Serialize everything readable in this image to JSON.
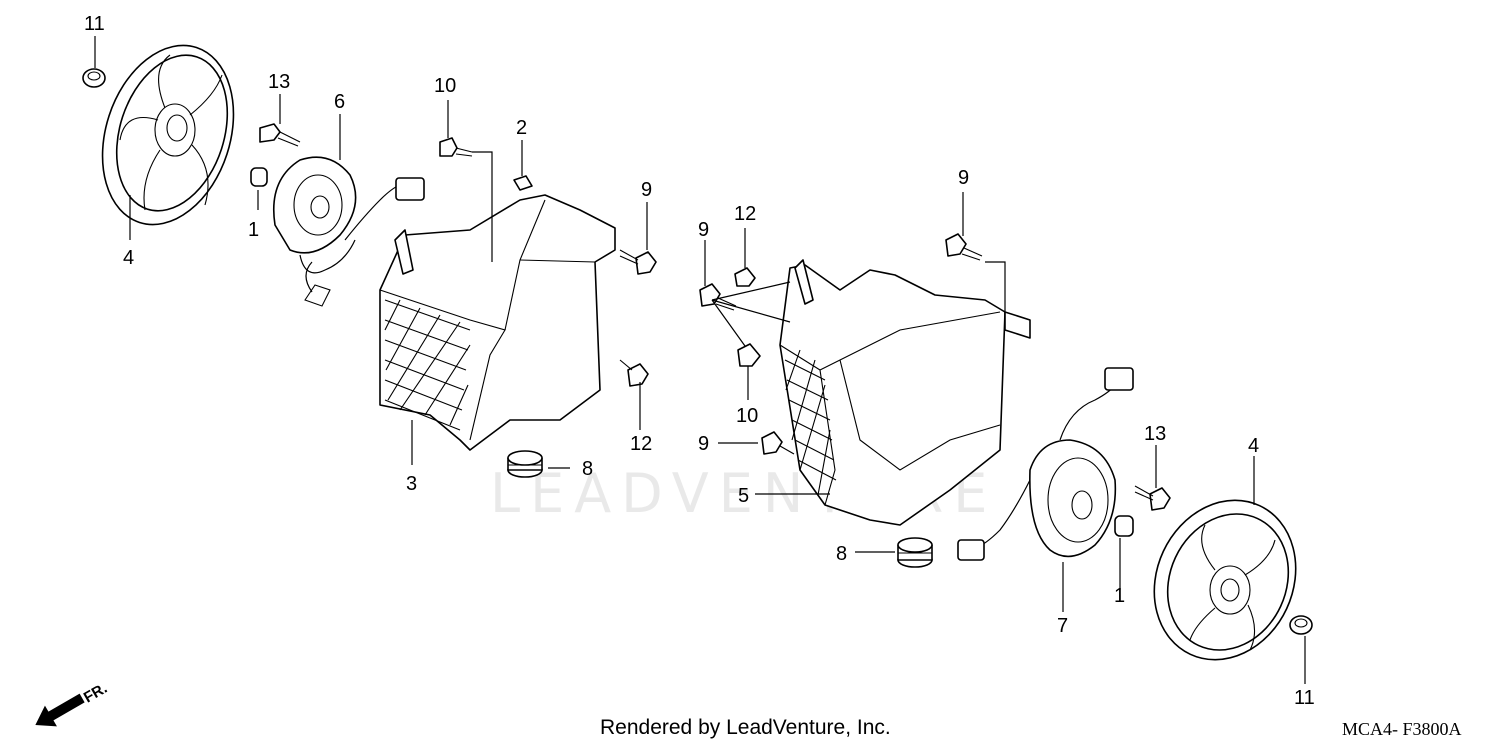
{
  "watermark": "LEADVENTURE",
  "credit": "Rendered by LeadVenture, Inc.",
  "diagram_code": "MCA4- F3800A",
  "direction_label": "FR.",
  "callouts": {
    "c11_top": "11",
    "c13_left": "13",
    "c6": "6",
    "c10_left": "10",
    "c2": "2",
    "c9_a": "9",
    "c1_left": "1",
    "c4_left": "4",
    "c3": "3",
    "c8_left": "8",
    "c12_left": "12",
    "c12_mid": "12",
    "c9_b": "9",
    "c10_mid": "10",
    "c9_c": "9",
    "c5": "5",
    "c9_right": "9",
    "c13_right": "13",
    "c4_right": "4",
    "c8_right": "8",
    "c1_right": "1",
    "c7": "7",
    "c11_bottom": "11"
  }
}
